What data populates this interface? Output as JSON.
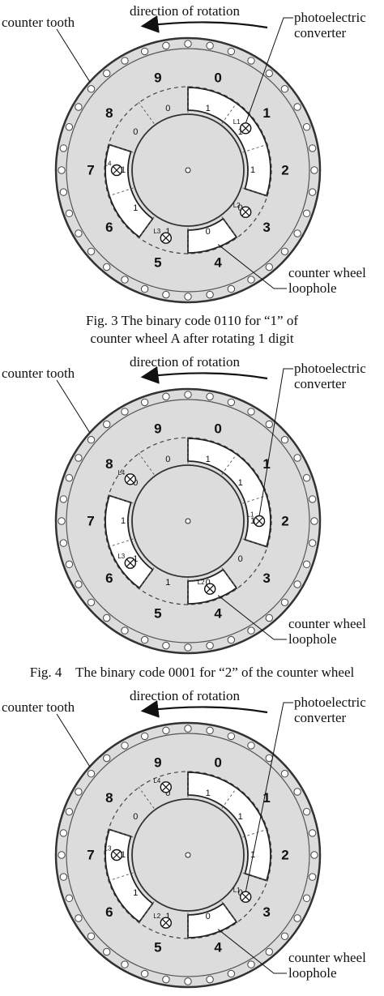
{
  "figures": [
    {
      "labels": {
        "rotation": "direction of rotation",
        "tooth": "counter tooth",
        "converter_line1": "photoelectric",
        "converter_line2": "converter",
        "wheel_line1": "counter wheel",
        "wheel_line2": "loophole"
      },
      "caption_lines": [
        "Fig. 3 The binary code 0110 for “1” of",
        "counter wheel A after rotating 1 digit"
      ],
      "digits": [
        "0",
        "1",
        "2",
        "3",
        "4",
        "5",
        "6",
        "7",
        "8",
        "9"
      ],
      "bits": [
        "1",
        "1",
        "1",
        "0",
        "0",
        "1",
        "1",
        "1",
        "0",
        "0"
      ],
      "loopholes": [
        [
          0,
          2
        ],
        [
          4,
          4
        ],
        [
          6,
          7
        ]
      ],
      "sensors": [
        {
          "label": "L1",
          "slot": 1
        },
        {
          "label": "L2",
          "slot": 3
        },
        {
          "label": "L3",
          "slot": 5
        },
        {
          "label": "L4",
          "slot": 7
        }
      ]
    },
    {
      "labels": {
        "rotation": "direction of rotation",
        "tooth": "counter tooth",
        "converter_line1": "photoelectric",
        "converter_line2": "converter",
        "wheel_line1": "counter wheel",
        "wheel_line2": "loophole"
      },
      "caption_lines": [
        "Fig. 4    The binary code 0001 for “2” of the counter wheel"
      ],
      "digits": [
        "0",
        "1",
        "2",
        "3",
        "4",
        "5",
        "6",
        "7",
        "8",
        "9"
      ],
      "bits": [
        "1",
        "1",
        "1",
        "0",
        "0",
        "1",
        "1",
        "1",
        "0",
        "0"
      ],
      "loopholes": [
        [
          0,
          2
        ],
        [
          4,
          4
        ],
        [
          6,
          7
        ]
      ],
      "sensors": [
        {
          "label": "L1",
          "slot": 2
        },
        {
          "label": "L2",
          "slot": 4
        },
        {
          "label": "L3",
          "slot": 6
        },
        {
          "label": "L4",
          "slot": 8
        }
      ]
    },
    {
      "labels": {
        "rotation": "direction of rotation",
        "tooth": "counter tooth",
        "converter_line1": "photoelectric",
        "converter_line2": "converter",
        "wheel_line1": "counter wheel",
        "wheel_line2": "loophole"
      },
      "caption_lines": [],
      "digits": [
        "0",
        "1",
        "2",
        "3",
        "4",
        "5",
        "6",
        "7",
        "8",
        "9"
      ],
      "bits": [
        "1",
        "1",
        "1",
        "0",
        "0",
        "1",
        "1",
        "1",
        "0",
        "0"
      ],
      "loopholes": [
        [
          0,
          2
        ],
        [
          4,
          4
        ],
        [
          6,
          7
        ]
      ],
      "sensors": [
        {
          "label": "L1",
          "slot": 3
        },
        {
          "label": "L2",
          "slot": 5
        },
        {
          "label": "L3",
          "slot": 7
        },
        {
          "label": "L4",
          "slot": 9
        }
      ]
    }
  ]
}
